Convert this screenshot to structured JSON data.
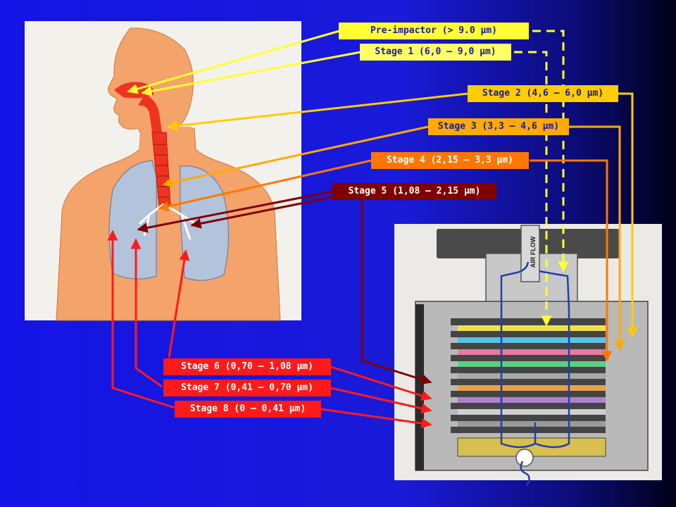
{
  "stages": [
    {
      "id": "pre",
      "label": "Pre-impactor (> 9.0 µm)",
      "bg": "#ffff33",
      "fg": "#1a1aa0",
      "line": "#ffff33"
    },
    {
      "id": "s1",
      "label": "Stage 1 (6,0 – 9,0 µm)",
      "bg": "#ffff66",
      "fg": "#1a1aa0",
      "line": "#ffff33"
    },
    {
      "id": "s2",
      "label": "Stage 2 (4,6 – 6,0 µm)",
      "bg": "#ffcc00",
      "fg": "#1a1aa0",
      "line": "#ffcc00"
    },
    {
      "id": "s3",
      "label": "Stage 3 (3,3 – 4,6 µm)",
      "bg": "#ffaa00",
      "fg": "#1a1aa0",
      "line": "#ffaa00"
    },
    {
      "id": "s4",
      "label": "Stage 4 (2,15 – 3,3 µm)",
      "bg": "#ff7700",
      "fg": "#ffffff",
      "line": "#ff7700"
    },
    {
      "id": "s5",
      "label": "Stage 5 (1,08 – 2,15 µm)",
      "bg": "#800000",
      "fg": "#ffffff",
      "line": "#800000"
    },
    {
      "id": "s6",
      "label": "Stage 6 (0,70 – 1,08 µm)",
      "bg": "#ff1a1a",
      "fg": "#ffffff",
      "line": "#ff1a1a"
    },
    {
      "id": "s7",
      "label": "Stage 7 (0,41 – 0,70 µm)",
      "bg": "#ff1a1a",
      "fg": "#ffffff",
      "line": "#ff1a1a"
    },
    {
      "id": "s8",
      "label": "Stage 8 (0 – 0,41 µm)",
      "bg": "#ff1a1a",
      "fg": "#ffffff",
      "line": "#ff1a1a"
    }
  ],
  "impactor_text": "AIR FLOW",
  "colors": {
    "background_left": "#1414e6",
    "background_right": "#000018",
    "body_skin": "#f4a36a",
    "lungs": "#b4c3dc",
    "airway": "#ee3322"
  }
}
